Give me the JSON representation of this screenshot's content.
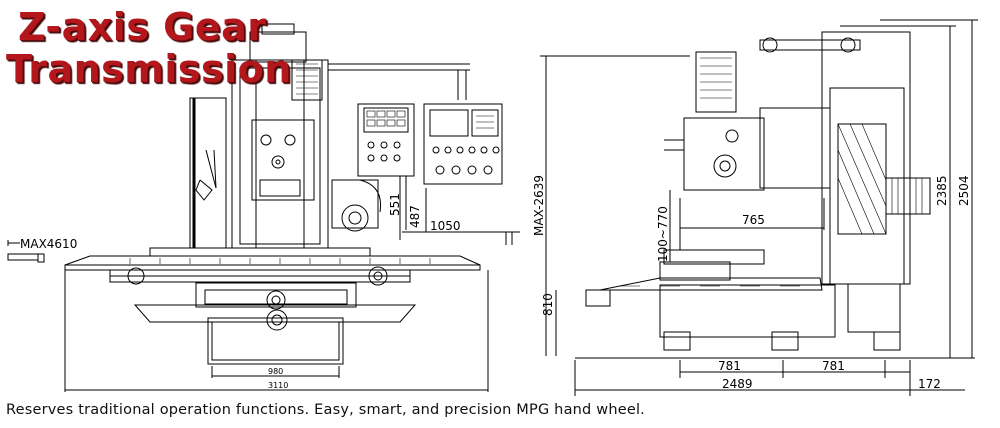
{
  "title": {
    "line1": "Z-axis Gear",
    "line2": "Transmission"
  },
  "caption": "Reserves traditional operation functions. Easy, smart, and precision MPG hand wheel.",
  "front_view": {
    "dim_max_travel": "MAX4610",
    "dim_551": "551",
    "dim_487": "487",
    "dim_1050": "1050",
    "dim_980": "980",
    "dim_3110": "3110"
  },
  "side_view": {
    "dim_max_2639": "MAX-2639",
    "dim_100_770": "100~770",
    "dim_765": "765",
    "dim_810": "810",
    "dim_2385": "2385",
    "dim_2504": "2504",
    "dim_781_left": "781",
    "dim_781_right": "781",
    "dim_2489": "2489",
    "dim_172": "172"
  },
  "colors": {
    "title_red": "#b3171b",
    "line": "#000000"
  }
}
